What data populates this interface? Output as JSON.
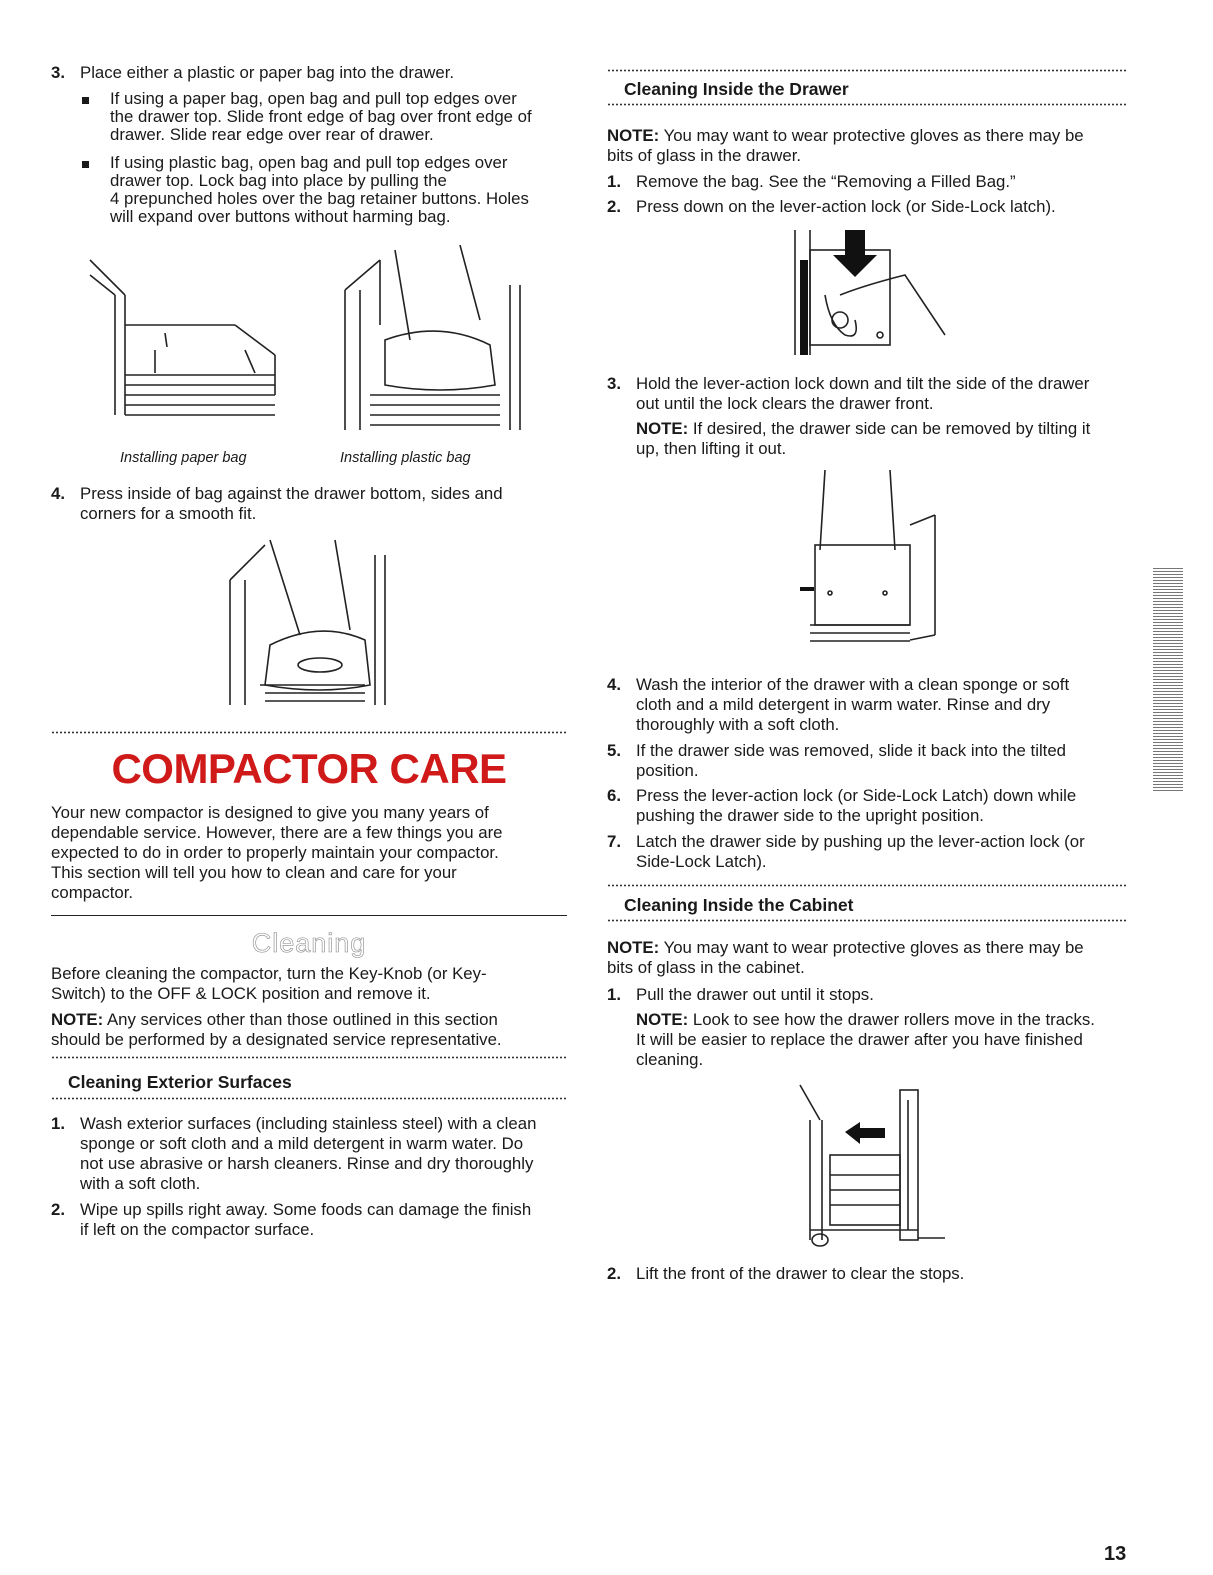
{
  "left": {
    "step3": {
      "num": "3.",
      "text": "Place either a plastic or paper bag into the drawer.",
      "bullet1": [
        "If using a paper bag, open bag and pull top edges over",
        "the drawer top. Slide front edge of bag over front edge of",
        "drawer. Slide rear edge over rear of drawer."
      ],
      "bullet2": [
        "If using plastic bag, open bag and pull top edges over",
        "drawer top. Lock bag into place by pulling the",
        "4 prepunched holes over the bag retainer buttons. Holes",
        "will expand over buttons without harming bag."
      ]
    },
    "caption_paper": "Installing paper bag",
    "caption_plastic": "Installing plastic bag",
    "step4": {
      "num": "4.",
      "lines": [
        "Press inside of bag against the drawer bottom, sides and",
        "corners for a smooth fit."
      ]
    },
    "care_title": "COMPACTOR CARE",
    "care_intro": [
      "Your new compactor is designed to give you many years of",
      "dependable service. However, there are a few things you are",
      "expected to do in order to properly maintain your compactor.",
      "This section will tell you how to clean and care for your",
      "compactor."
    ],
    "cleaning_title": "Cleaning",
    "before_cleaning": [
      "Before cleaning the compactor, turn the Key-Knob (or Key-",
      "Switch) to the OFF & LOCK position and remove it."
    ],
    "note_label": "NOTE:",
    "note_services": [
      " Any services other than those outlined in this section",
      "should be performed by a designated service representative."
    ],
    "exterior_heading": "Cleaning Exterior Surfaces",
    "ext1": {
      "num": "1.",
      "lines": [
        "Wash exterior surfaces (including stainless steel) with a clean",
        "sponge or soft cloth and a mild detergent in warm water. Do",
        "not use abrasive or harsh cleaners. Rinse and dry thoroughly",
        "with a soft cloth."
      ]
    },
    "ext2": {
      "num": "2.",
      "lines": [
        "Wipe up spills right away. Some foods can damage the finish",
        "if left on the compactor surface."
      ]
    }
  },
  "right": {
    "drawer_heading": "Cleaning Inside the Drawer",
    "drawer_note_label": "NOTE:",
    "drawer_note": [
      " You may want to wear protective gloves as there may be",
      "bits of glass in the drawer."
    ],
    "d1": {
      "num": "1.",
      "text": "Remove the bag. See the “Removing a Filled Bag.”"
    },
    "d2": {
      "num": "2.",
      "text": "Press down on the lever-action lock (or Side-Lock latch)."
    },
    "d3": {
      "num": "3.",
      "lines": [
        "Hold the lever-action lock down and tilt the side of the drawer",
        "out until the lock clears the drawer front."
      ]
    },
    "d3_note_label": "NOTE:",
    "d3_note": [
      " If desired, the drawer side can be removed by tilting it",
      "up, then lifting it out."
    ],
    "d4": {
      "num": "4.",
      "lines": [
        "Wash the interior of the drawer with a clean sponge or soft",
        "cloth and a mild detergent in warm water. Rinse and dry",
        "thoroughly with a soft cloth."
      ]
    },
    "d5": {
      "num": "5.",
      "lines": [
        "If the drawer side was removed, slide it back into the tilted",
        "position."
      ]
    },
    "d6": {
      "num": "6.",
      "lines": [
        "Press the lever-action lock (or Side-Lock Latch) down while",
        "pushing the drawer side to the upright position."
      ]
    },
    "d7": {
      "num": "7.",
      "lines": [
        "Latch the drawer side by pushing up the lever-action lock (or",
        "Side-Lock Latch)."
      ]
    },
    "cabinet_heading": "Cleaning Inside the Cabinet",
    "cabinet_note_label": "NOTE:",
    "cabinet_note": [
      " You may want to wear protective gloves as there may be",
      "bits of glass in the cabinet."
    ],
    "c1": {
      "num": "1.",
      "text": "Pull the drawer out until it stops."
    },
    "c1_note_label": "NOTE:",
    "c1_note": [
      " Look to see how the drawer rollers move in the tracks.",
      "It will be easier to replace the drawer after you have finished",
      "cleaning."
    ],
    "c2": {
      "num": "2.",
      "text": "Lift the front of the drawer to clear the stops."
    }
  },
  "page_number": "13"
}
